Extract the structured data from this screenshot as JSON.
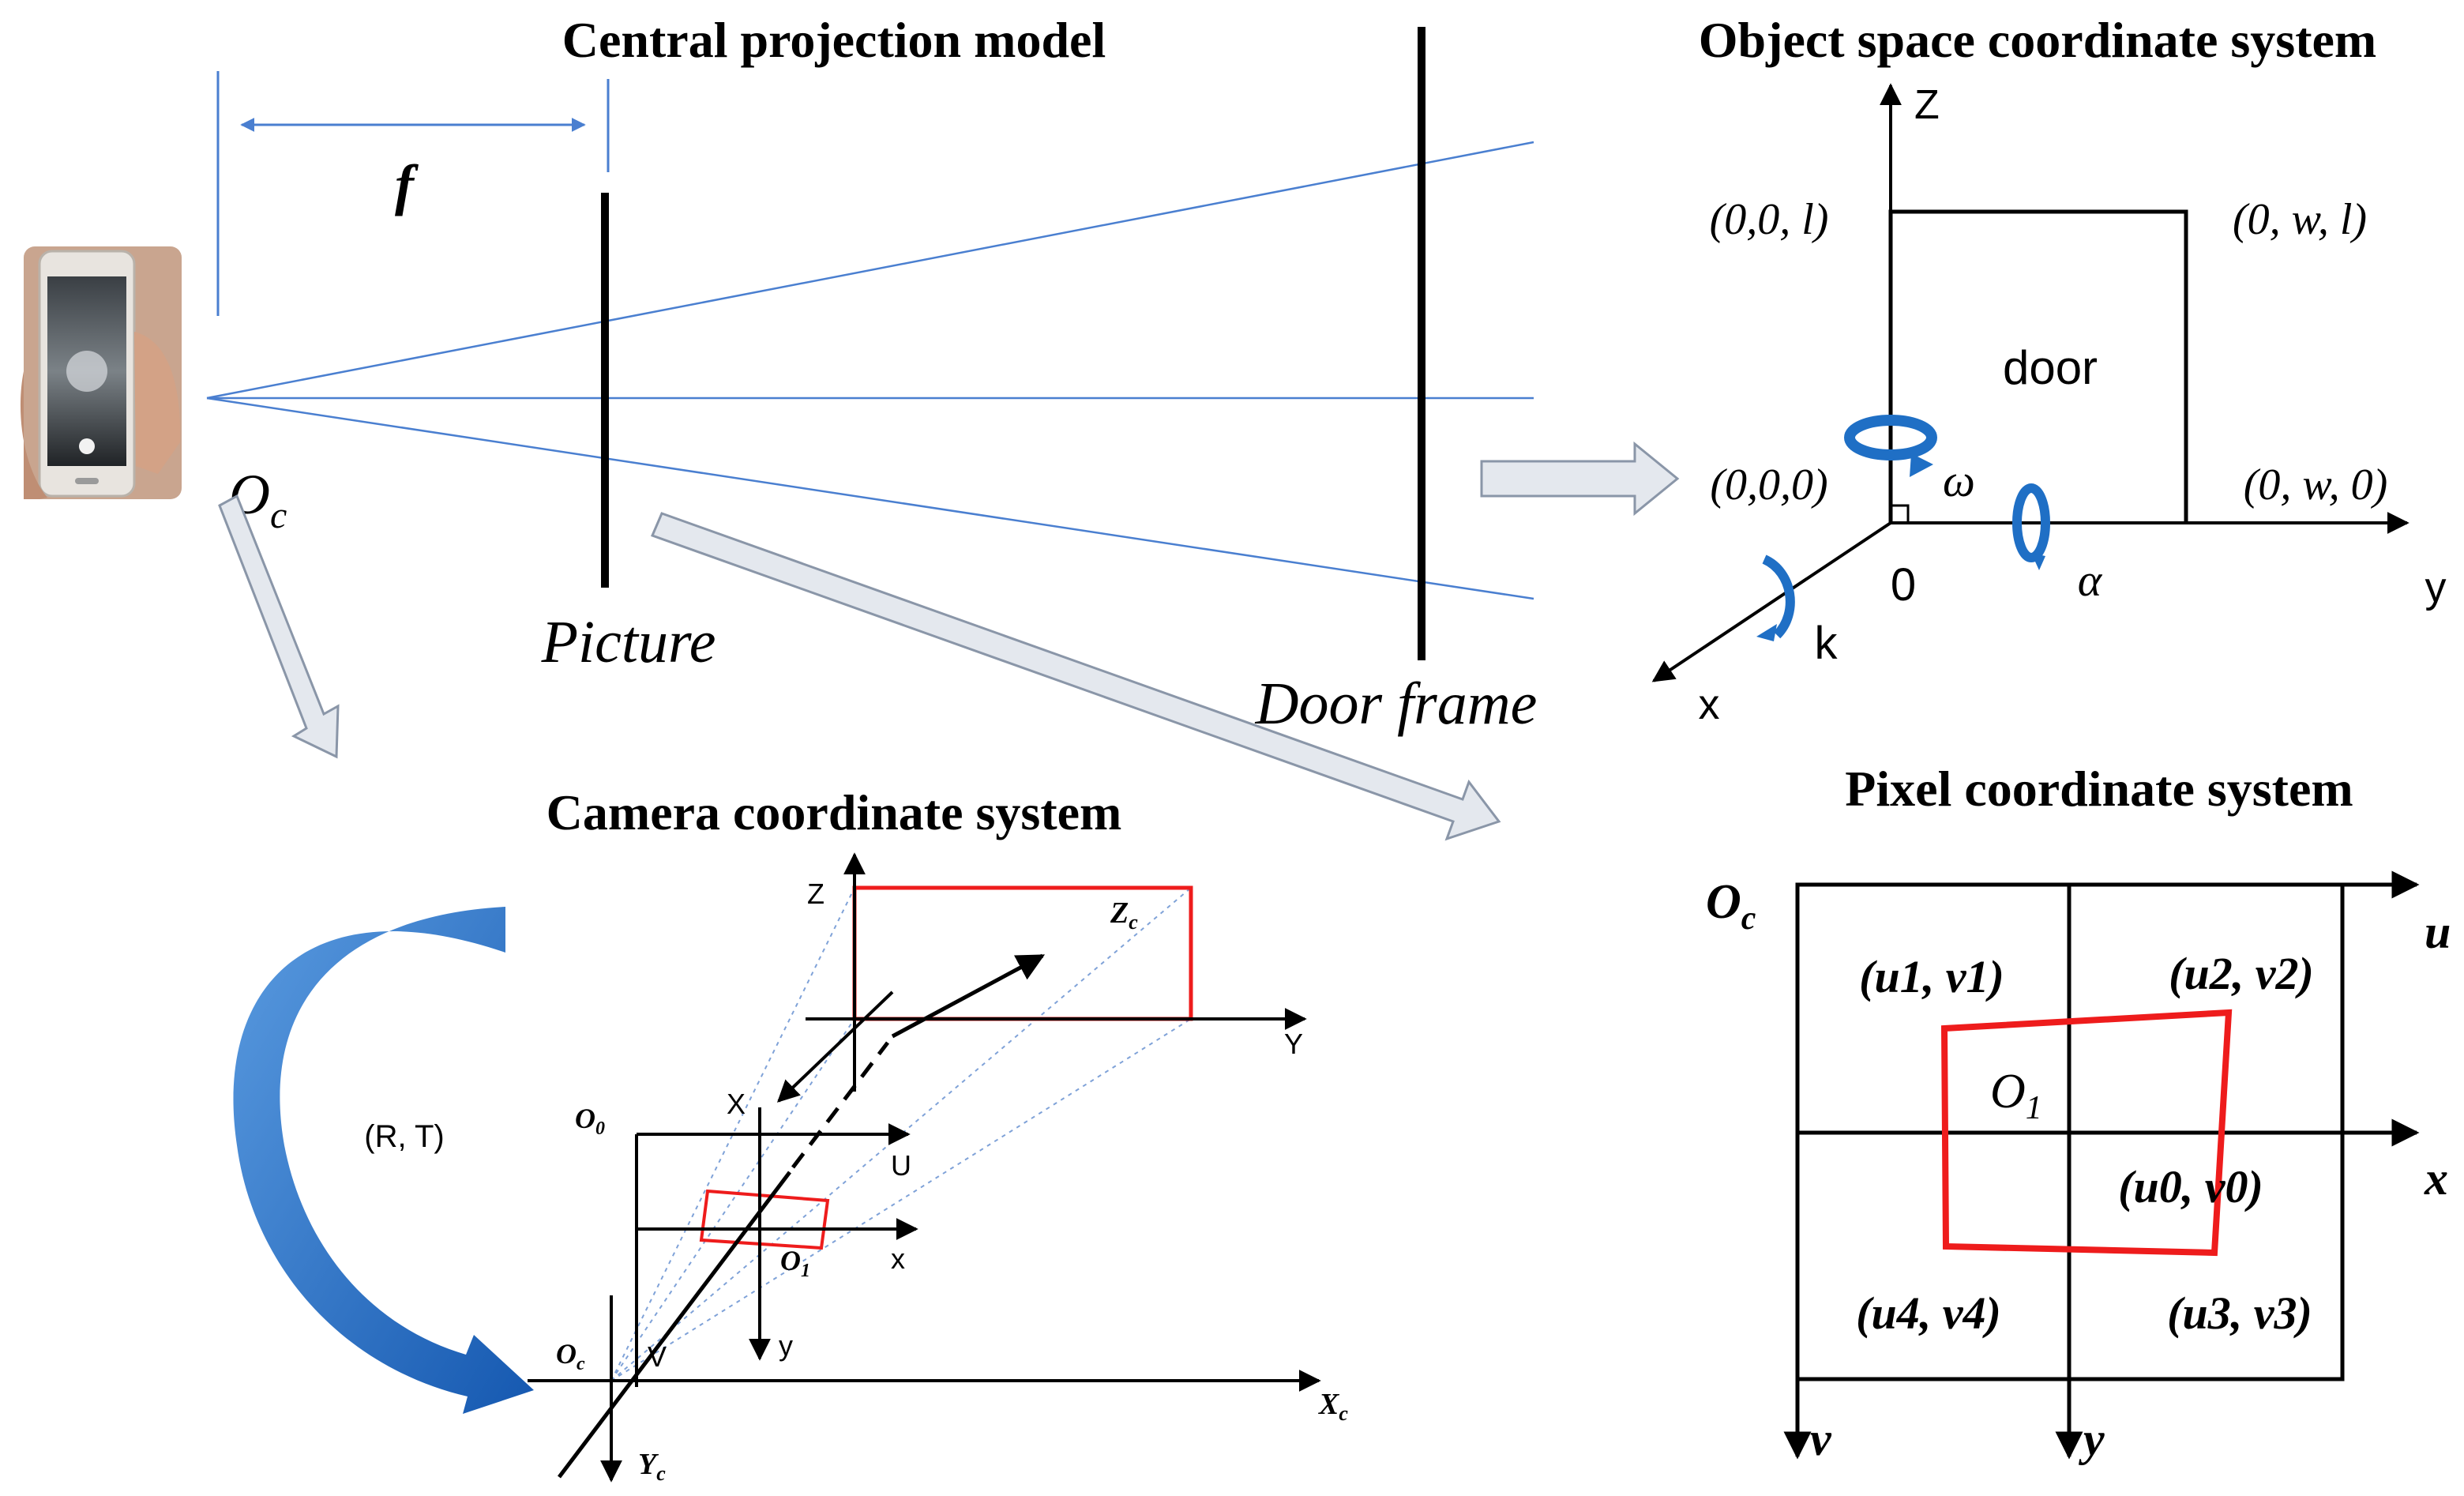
{
  "colors": {
    "blue_line": "#4a7fd0",
    "blue_arrow": "#1f6fc5",
    "red_frame": "#ee1c1c",
    "hollow_arrow_fill": "#e4e8ee",
    "hollow_arrow_stroke": "#8a96a8",
    "black": "#000000"
  },
  "icons": {
    "phone": "smartphone-icon",
    "rotation": "rotation-arrow-icon"
  },
  "central_projection": {
    "title": "Central projection model",
    "focal_label": "f",
    "origin_label": "O",
    "origin_sub": "c",
    "picture_label": "Picture",
    "door_frame_label": "Door frame"
  },
  "object_space": {
    "title": "Object space coordinate system",
    "z_label": "Z",
    "x_label": "x",
    "y_label": "y",
    "zero_label": "0",
    "door_label": "door",
    "pt_00l": "(0,0, l)",
    "pt_0wl": "(0, w, l)",
    "pt_000": "(0,0,0)",
    "pt_0w0": "(0, w, 0)",
    "omega": "ω",
    "alpha": "α",
    "kappa": "k"
  },
  "camera": {
    "title": "Camera coordinate system",
    "rt_label": "(R,  T)",
    "z": "Z",
    "zc": "Z",
    "zc_sub": "c",
    "Y": "Y",
    "X": "X",
    "o0": "O",
    "o0_sub": "0",
    "U": "U",
    "x": "x",
    "o1": "O",
    "o1_sub": "1",
    "oc": "O",
    "oc_sub": "c",
    "V": "V",
    "y": "y",
    "xc": "X",
    "xc_sub": "c",
    "yc": "Y",
    "yc_sub": "c"
  },
  "pixel": {
    "title": "Pixel coordinate system",
    "oc": "O",
    "oc_sub": "c",
    "u": "u",
    "x": "x",
    "v": "v",
    "y": "y",
    "o1": "O",
    "o1_sub": "1",
    "p1": "(u1, v1)",
    "p2": "(u2, v2)",
    "p0": "(u0, v0)",
    "p4": "(u4, v4)",
    "p3": "(u3, v3)"
  }
}
